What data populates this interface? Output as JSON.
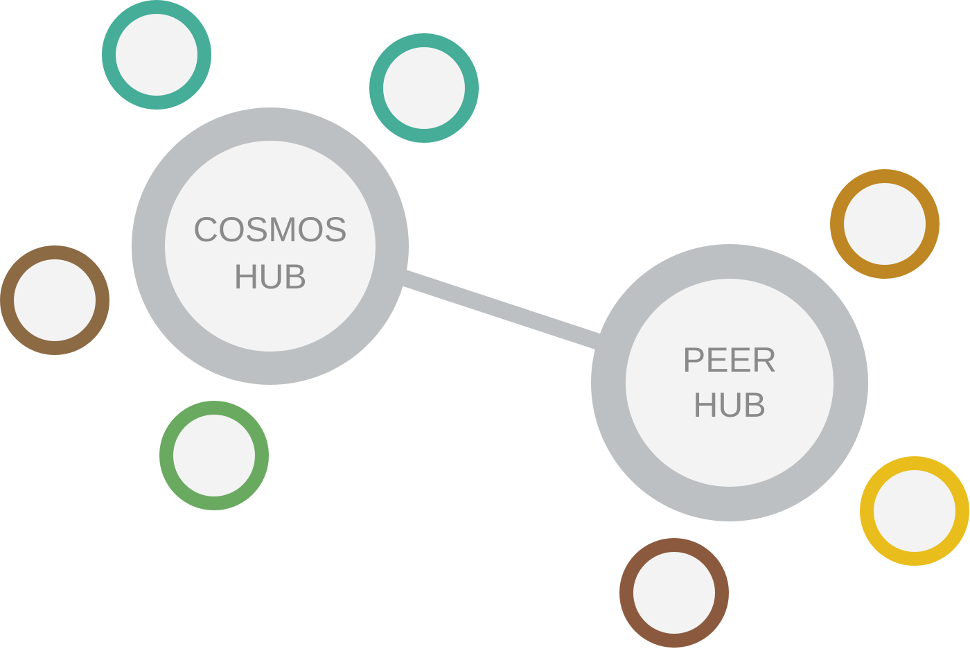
{
  "hubs": {
    "cosmos": {
      "line1": "COSMOS",
      "line2": "HUB"
    },
    "peer": {
      "line1": "PEER",
      "line2": "HUB"
    }
  },
  "colors": {
    "hub_ring": "#bcc0c3",
    "hub_fill": "#f3f3f3",
    "connector": "#bcc0c3",
    "label_text": "#8a8a8a",
    "satellite_fill": "#f3f3f3",
    "cosmos_satellites": [
      "#45ad98",
      "#45ad98",
      "#8b6a44",
      "#6aaa60"
    ],
    "peer_satellites": [
      "#be8724",
      "#e9bd1c",
      "#8b5a3e"
    ]
  }
}
